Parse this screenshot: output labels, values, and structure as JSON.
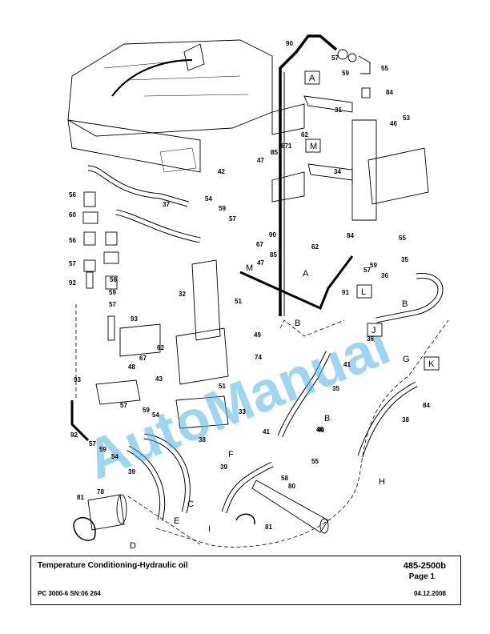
{
  "callouts": [
    "90",
    "57",
    "59",
    "55",
    "84",
    "31",
    "46",
    "53",
    "62",
    "671",
    "85",
    "47",
    "34",
    "42",
    "56",
    "37",
    "54",
    "59",
    "57",
    "60",
    "56",
    "90",
    "67",
    "62",
    "85",
    "47",
    "84",
    "55",
    "59",
    "57",
    "36",
    "35",
    "91",
    "92",
    "57",
    "56",
    "59",
    "57",
    "93",
    "32",
    "51",
    "49",
    "48",
    "67",
    "62",
    "74",
    "43",
    "41",
    "36",
    "35",
    "40",
    "51",
    "33",
    "93",
    "57",
    "59",
    "54",
    "92",
    "57",
    "59",
    "54",
    "39",
    "38",
    "41",
    "40",
    "39",
    "58",
    "55",
    "80",
    "38",
    "84",
    "78",
    "81",
    "81"
  ],
  "letters": [
    "A",
    "M",
    "M",
    "A",
    "L",
    "B",
    "J",
    "B",
    "G",
    "K",
    "B",
    "F",
    "C",
    "D",
    "E",
    "I",
    "H"
  ],
  "watermark": "AutoManual",
  "footer": {
    "title": "Temperature Conditioning-Hydraulic oil",
    "doc_number": "485-2500b",
    "page": "Page 1",
    "model": "PC 3000-6 SN:06 264",
    "date": "04.12.2008"
  }
}
